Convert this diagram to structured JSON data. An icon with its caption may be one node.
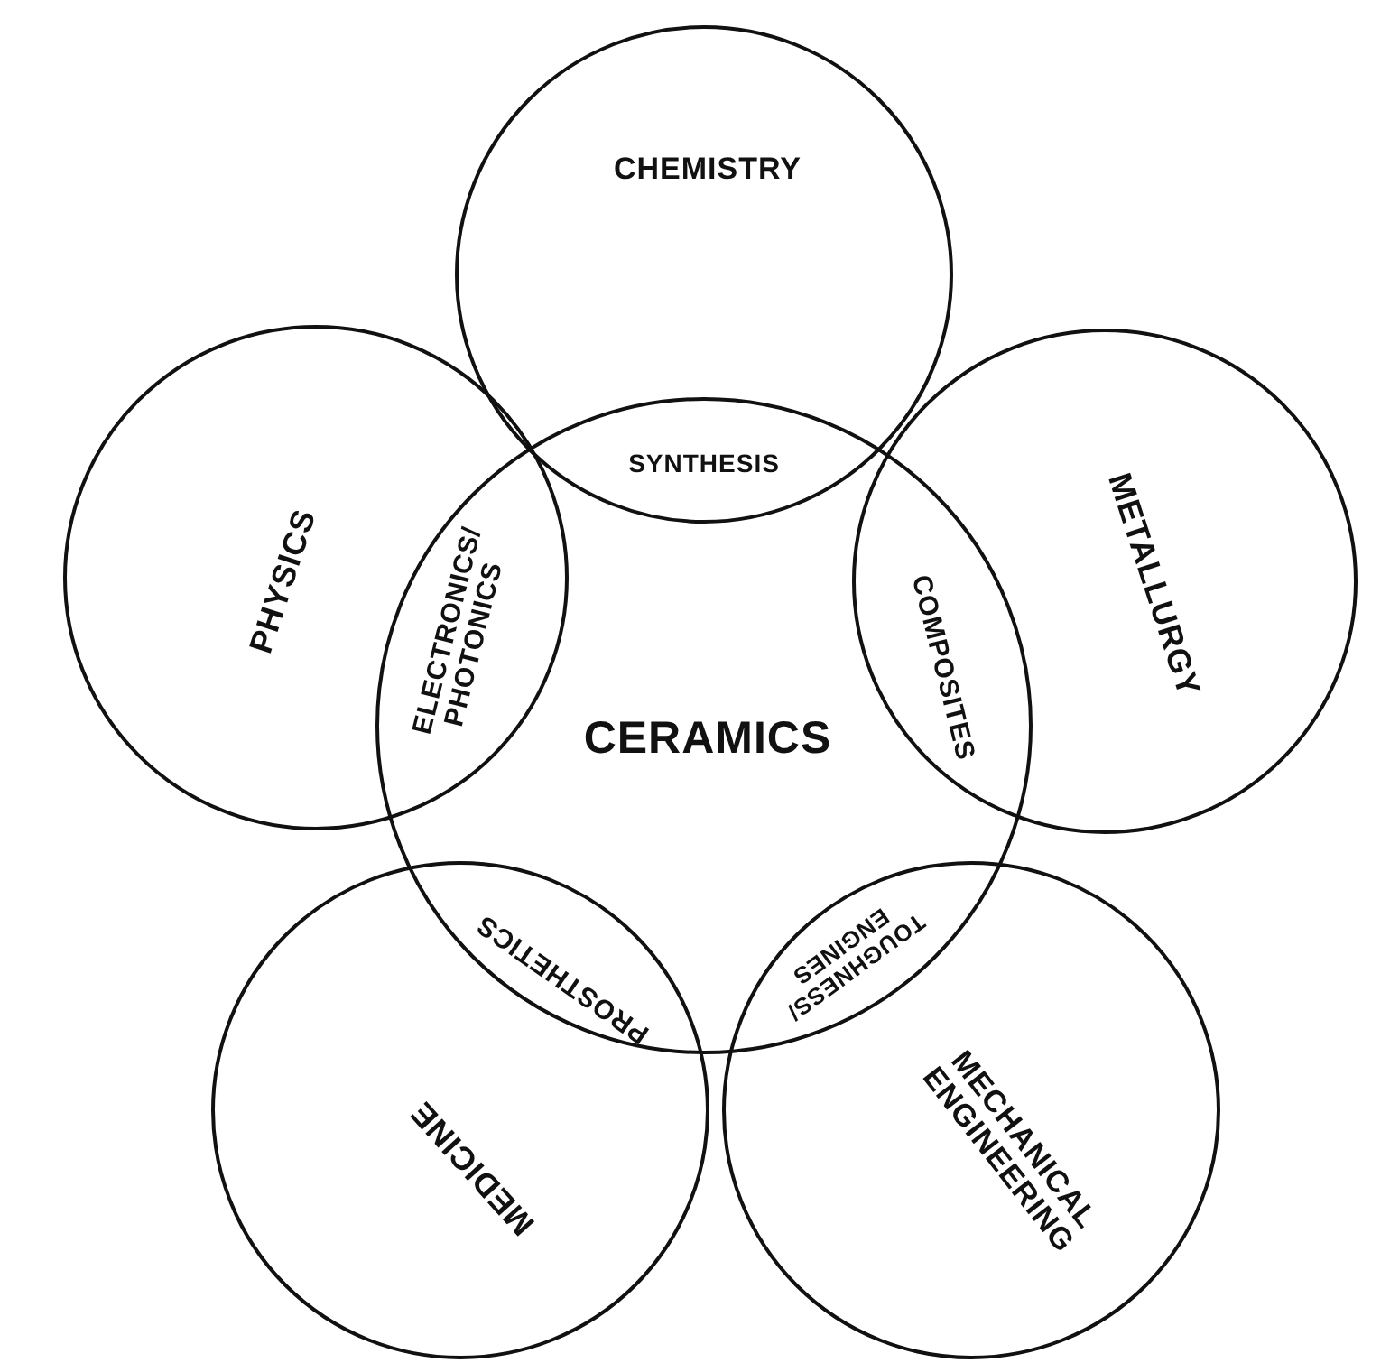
{
  "diagram": {
    "nodes": [
      {
        "text": [
          "CHEMISTRY"
        ]
      },
      {
        "text": [
          "PHYSICS"
        ]
      },
      {
        "text": [
          "CERAMICS"
        ]
      },
      {
        "text": [
          "METALLURGY"
        ]
      },
      {
        "text": [
          "MEDICINE"
        ]
      },
      {
        "text": [
          "MECHANICAL ENGINEERING"
        ]
      }
    ],
    "labels": [
      "SYNTHESIS",
      "ELECTRONICS/ PHOTONICS",
      "COMPOSITES",
      "PROSTHETICS",
      "TOUGHNESS/ ENGINES"
    ]
  }
}
